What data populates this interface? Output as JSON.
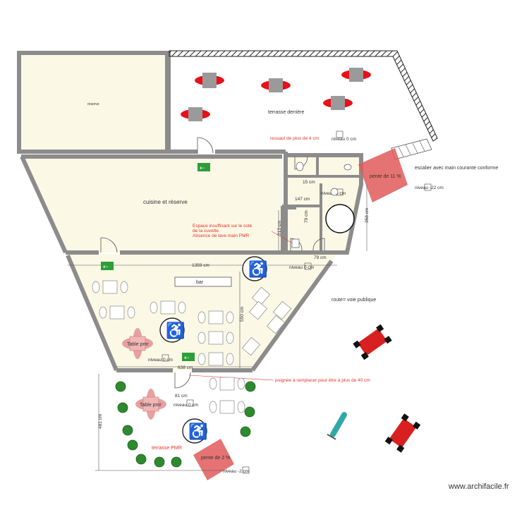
{
  "rooms": {
    "reserve": "réserve",
    "terrasse_derriere": "terrasse derrière",
    "cuisine": "cuisine et réserve",
    "route": "route= voie publique",
    "terrasse_pmr": "terrasse PMR",
    "bar": "bar"
  },
  "notes": {
    "ressaut": "ressaut de plus de 4 cm",
    "espace_line1": "Espace insuffisant sur le coté",
    "espace_line2": "de la cuvette.",
    "espace_line3": "Absence de lave main PMR",
    "poignee": "poignée à remplacer pour être à plus de 40 cm",
    "escalier": "escalier avec main courante conforme"
  },
  "slopes": {
    "pente_11": "pente de 11 %",
    "pente_2": "pente de 2 %"
  },
  "levels": {
    "n_terrasse": "niveau 0 cm",
    "n_escalier": "niveau -22 cm",
    "n_wc": "niveau 0 cm",
    "n_salle": "niveau 0 cm",
    "n_salle_bas": "niveau 0 cm",
    "n_terrasse_pmr": "niveau 0 cm",
    "n_bas": "niveau -2 cm"
  },
  "tables": {
    "pmr_1": "Table pmr",
    "pmr_2": "Table pmr"
  },
  "dimensions": {
    "d1359": "1359 cm",
    "d550": "550 cm",
    "d638": "638 cm",
    "d481": "481 cm",
    "d358": "358 cm",
    "d213": "213 cm",
    "d79a": "79 cm",
    "d79b": "79 cm",
    "d147": "147 cm",
    "d15": "15 cm",
    "d81": "81 cm"
  },
  "watermark": "www.archifacile.fr",
  "colors": {
    "wall": "#8c8c8c",
    "floor": "#fbf8e6",
    "annotation_red": "#e8302a",
    "slope_fill": "#e05a5a",
    "table_gray": "#9a9a9a",
    "chair_red": "#e8101a",
    "exit_green": "#2e9e3a",
    "plant_green": "#2f8a2f",
    "vehicle_red": "#d82020"
  }
}
